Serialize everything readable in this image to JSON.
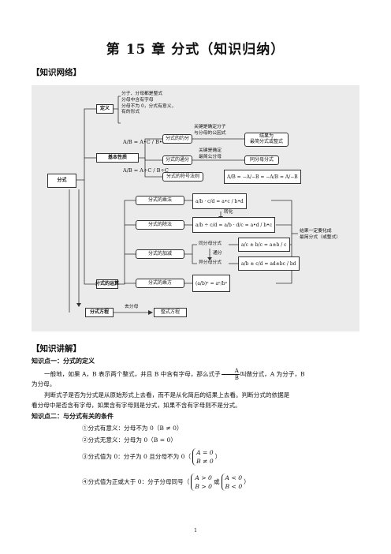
{
  "title": "第 15 章    分式（知识归纳）",
  "sections": {
    "network": "【知识网络】",
    "lecture": "【知识讲解】"
  },
  "map": {
    "fenshi": "分式",
    "dingyi": "定义",
    "dingyi_notes": [
      "分子、分母都是整式",
      "分母中含有字母",
      "分母不为 0，分式有意义，",
      "有的形式"
    ],
    "jiben": "基本性质",
    "jiben_f1": "A/B = A•C / B•C",
    "jiben_f2": "A/B = A÷C / B÷C",
    "yuefen": "分式的约分",
    "yuefen_note": [
      "关键是确定分子",
      "与分母的公因式"
    ],
    "yuefen_result": [
      "结果为",
      "最简分式或整式"
    ],
    "tongfen": "分式的通分",
    "tongfen_note": [
      "关键是确定",
      "最简公分母"
    ],
    "tongfen_result": "同分母分式",
    "fuhao": "分式的符号法则",
    "fuhao_formula": "A/B = −A/−B = −A/B = A/−B",
    "yunsuan": "分式的运算",
    "chengfa": "分式的乘法",
    "chengfa_f": "a/b · c/d = a•c / b•d",
    "zhuanhua": "转化",
    "chufa": "分式的除法",
    "chufa_f": "a/b ÷ c/d = a/b · d/c = a•d / b•c",
    "jiajian": "分式的加减",
    "tongfenmu": "同分母分式",
    "tongfenmu_f": "a/c ± b/c = a±b / c",
    "tongfen2": "通分",
    "yifenmu": "异分母分式",
    "yifenmu_f": "a/b ± c/d = ad±bc / bd",
    "chengfang": "分式的乘方",
    "chengfang_f": "(a/b)ⁿ = aⁿ/bⁿ",
    "jieguo": [
      "结果一定要化成",
      "最简分式（或整式）"
    ],
    "fangcheng": "分式方程",
    "qufenmu": "去分母",
    "zhengshi": "整式方程"
  },
  "point1": {
    "title": "知识点一：分式的定义",
    "text1": "一般地，如果 A，B 表示两个整式，并且 B 中含有字母，那么式子",
    "frac_num": "A",
    "frac_den": "B",
    "text2": "叫做分式，A 为分子，B",
    "text3": "为分母。",
    "para2a": "判断式子是否为分式是从原始形式上去看，而不是从化简后的结果上去看。判断分式的依据是",
    "para2b": "看分母中是否含有字母，如果含有字母则是分式，如果不含有字母则不是分式。"
  },
  "point2": {
    "title": "知识点二：与分式有关的条件",
    "c1": "①分式有意义：分母不为 0（B ≠ 0）",
    "c2": "②分式无意义：分母为 0（B = 0）",
    "c3": "③分式值为 0：分子为 0 且分母不为 0（",
    "c3_sys": [
      "A = 0",
      "B ≠ 0"
    ],
    "c3_end": "）",
    "c4": "④分式值为正或大于 0：分子分母同号（",
    "c4_sys1": [
      "A > 0",
      "B > 0"
    ],
    "c4_or": "或",
    "c4_sys2": [
      "A < 0",
      "B < 0"
    ],
    "c4_end": "）"
  },
  "page_number": "1"
}
